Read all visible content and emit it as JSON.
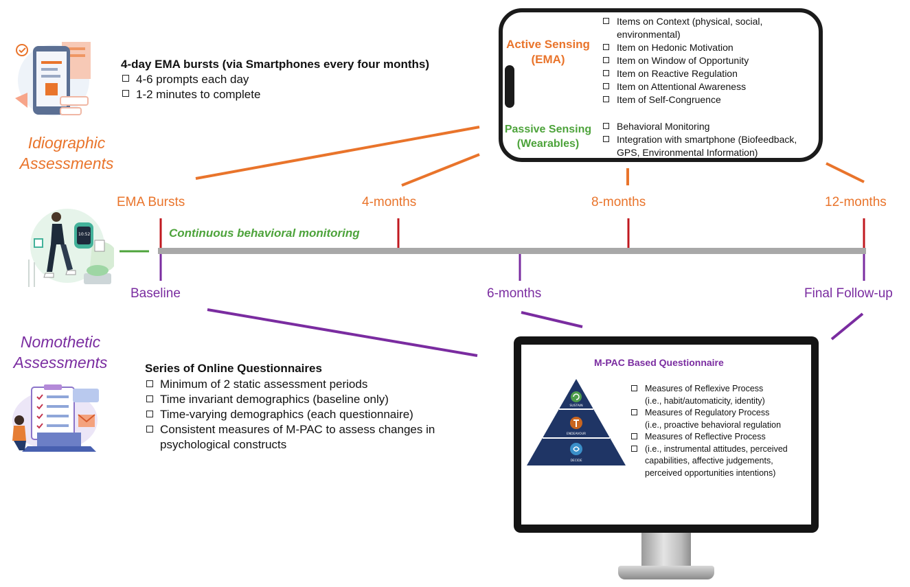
{
  "sections": {
    "idiographic": [
      "Idiographic",
      "Assessments"
    ],
    "nomothetic": [
      "Nomothetic",
      "Assessments"
    ]
  },
  "ema_panel": {
    "title": "4-day EMA bursts (via Smartphones every four months)",
    "items": [
      "4-6 prompts each day",
      "1-2 minutes to complete"
    ]
  },
  "phone": {
    "active_heading": [
      "Active Sensing",
      "(EMA)"
    ],
    "active_items": [
      "Items on Context (physical, social, environmental)",
      "Item on Hedonic Motivation",
      "Item on Window of Opportunity",
      "Item on Reactive Regulation",
      "Item on Attentional Awareness",
      "Item of Self-Congruence"
    ],
    "passive_heading": [
      "Passive Sensing",
      "(Wearables)"
    ],
    "passive_items": [
      "Behavioral Monitoring",
      "Integration with smartphone (Biofeedback, GPS, Environmental Information)"
    ]
  },
  "timeline": {
    "top_labels": [
      "EMA Bursts",
      "4-months",
      "8-months",
      "12-months"
    ],
    "bottom_labels": [
      "Baseline",
      "6-months",
      "Final Follow-up"
    ],
    "continuous_label": "Continuous behavioral monitoring"
  },
  "questionnaire_panel": {
    "title": "Series of Online Questionnaires",
    "items": [
      "Minimum of 2 static assessment periods",
      "Time invariant demographics (baseline only)",
      "Time-varying demographics (each questionnaire)",
      "Consistent measures of M-PAC to assess changes in psychological constructs"
    ]
  },
  "monitor": {
    "title": "M-PAC Based Questionnaire",
    "items": [
      {
        "head": "Measures of Reflexive Process",
        "sub": "(i.e., habit/automaticity, identity)"
      },
      {
        "head": "Measures of Regulatory Process",
        "sub": "(i.e., proactive behavioral regulation"
      },
      {
        "head": "Measures of Reflective Process",
        "sub": ""
      },
      {
        "head": "(i.e., instrumental attitudes, perceived capabilities, affective judgements, perceived opportunities intentions)",
        "sub": ""
      }
    ],
    "pyramid_labels": [
      "SUSTAIN",
      "ENDEAVOUR",
      "DECIDE"
    ]
  },
  "colors": {
    "orange": "#e9742b",
    "purple": "#7a2ca0",
    "green": "#4da33b",
    "red_tick": "#c0181f",
    "timeline_bar": "#a8a8a8",
    "pyramid": "#1f3565"
  },
  "icons": [
    "smartphone-survey-icon",
    "smartwatch-runner-icon",
    "online-questionnaire-icon",
    "recycle-icon",
    "hammer-icon",
    "brain-icon"
  ]
}
